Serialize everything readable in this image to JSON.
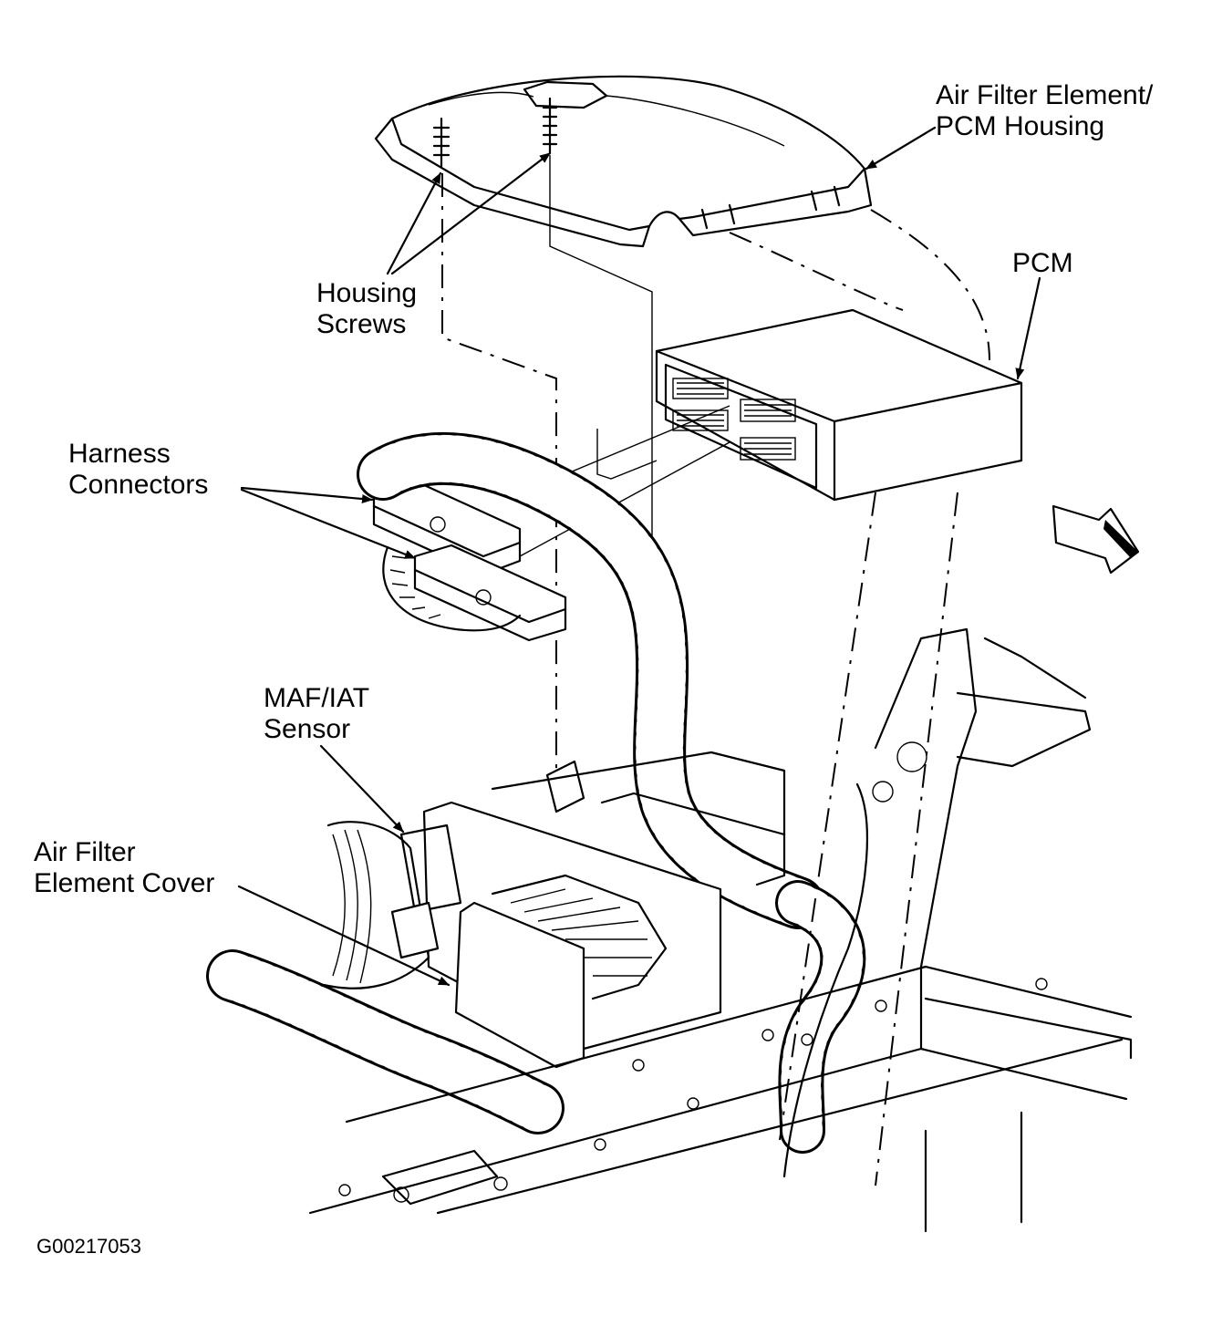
{
  "labels": {
    "air_filter_element_pcm_housing": [
      "Air Filter Element/",
      "PCM Housing"
    ],
    "pcm": "PCM",
    "housing_screws": [
      "Housing",
      "Screws"
    ],
    "harness_connectors": [
      "Harness",
      "Connectors"
    ],
    "maf_iat_sensor": [
      "MAF/IAT",
      "Sensor"
    ],
    "air_filter_element_cover": [
      "Air Filter",
      "Element Cover"
    ]
  },
  "figure_id": "G00217053"
}
